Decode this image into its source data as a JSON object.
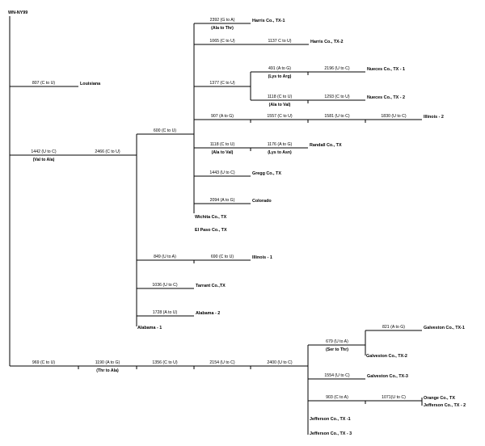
{
  "tree": {
    "root": "WN-NY99",
    "branch_labels": {
      "louisiana_b": "807 (C to U)",
      "v1442": "1442 (U to C)",
      "v1442_aa": "(Val to Ala)",
      "v2466": "2466 (C to U)",
      "v600": "600 (C to U)",
      "v2392": "2392 (G to A)",
      "v2392_aa": "(Ala to Thr)",
      "v1065": "1065 (C to U)",
      "v1137": "1137 C to U)",
      "v1377": "1377 (C to U)",
      "v491": "491 (A to G)",
      "v491_aa": "(Lys to Arg)",
      "v2196": "2196 (U to C)",
      "v1118": "1118 (C to U)",
      "v1118_aa": "(Ala to Val)",
      "v1293": "1293 (C to U)",
      "v907": "907 (A to G)",
      "v1557": "1557 (C to U)",
      "v1581": "1581 (U to C)",
      "v1830": "1830 (U to C)",
      "v1118b": "1118 (C to U)",
      "v1118b_aa": "(Ala to Val)",
      "v1176": "1176 (A to G)",
      "v1176_aa": "(Lys to Asn)",
      "v1443": "1443 (U to C)",
      "v2094": "2094 (A to G)",
      "v849": "849 (U to A)",
      "v690": "690 (C to U)",
      "v1036": "1036 (U to C)",
      "v1728": "1728 (A to U)",
      "v969": "969 (C to U)",
      "v1190": "1190 (A to G)",
      "v1190_aa": "(Thr to Ala)",
      "v1356": "1356 (C to U)",
      "v2154": "2154 (U to C)",
      "v2400": "2400 (U to C)",
      "v679": "679 (U to A)",
      "v679_aa": "(Ser to Thr)",
      "v821": "821 (A to G)",
      "v1554": "1554 (U to C)",
      "v903": "903 (C to A)",
      "v1071": "1071(U to C)"
    },
    "tips": {
      "harris1": "Harris Co., TX-1",
      "harris2": "Harris Co., TX-2",
      "louisiana": "Louisiana",
      "nueces1": "Nueces Co., TX - 1",
      "nueces2": "Nueces Co., TX - 2",
      "illinois2": "Illinois - 2",
      "randall": "Randall Co., TX",
      "gregg": "Gregg Co., TX",
      "colorado": "Colorado",
      "wichita": "Wichita Co., TX",
      "elpaso": "El Paso Co., TX",
      "illinois1": "Illinois - 1",
      "tarrant": "Tarrant Co.,TX",
      "alabama2": "Alabama - 2",
      "alabama1": "Alabama - 1",
      "galveston1": "Galveston Co., TX-1",
      "galveston2": "Galveston Co., TX-2",
      "galveston3": "Galveston Co., TX-3",
      "orange": "Orange Co., TX",
      "jefferson2": "Jefferson Co., TX - 2",
      "jefferson1": "Jefferson Co., TX -1",
      "jefferson3": "Jefferson Co., TX - 3"
    }
  }
}
